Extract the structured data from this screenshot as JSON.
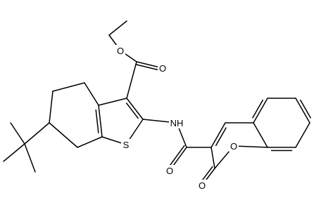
{
  "atom_labels": {
    "o_ester_carbonyl": "O",
    "o_ester_ether": "O",
    "s_thiophene": "S",
    "nh_amide": "NH",
    "o_amide": "O",
    "o_lactone_carbonyl": "O",
    "o_ring": "O"
  },
  "colors": {
    "bond": "#000000",
    "text": "#000000",
    "background": "#ffffff"
  }
}
